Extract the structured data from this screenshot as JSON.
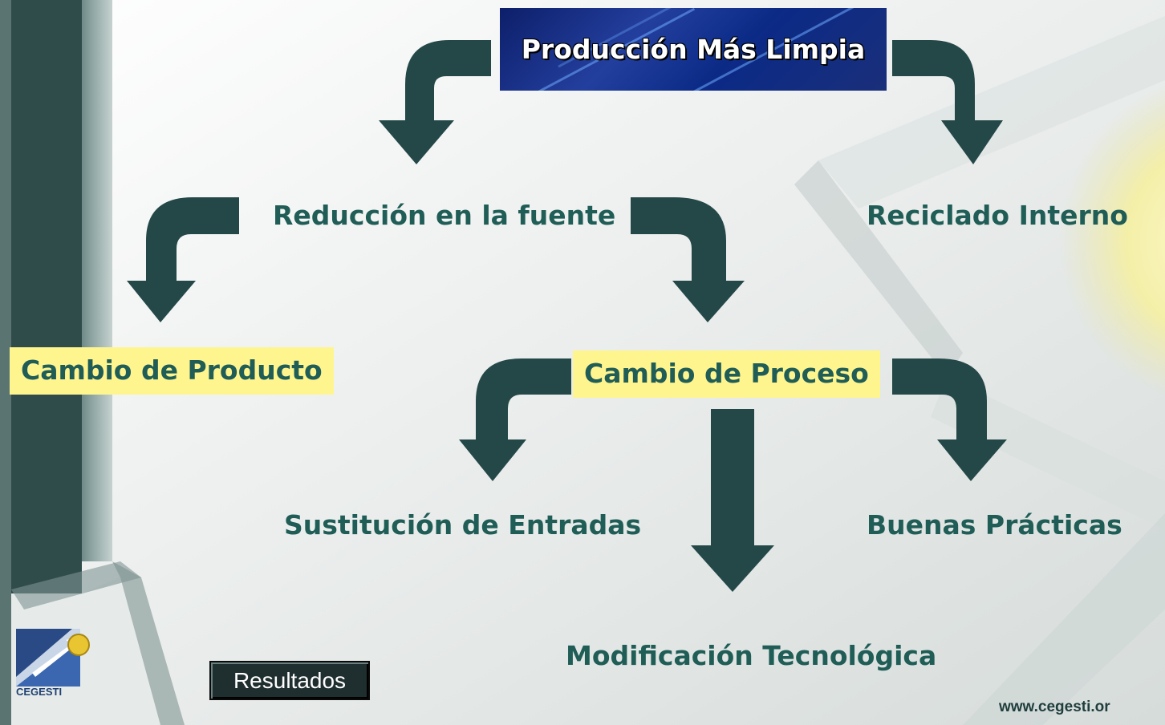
{
  "diagram": {
    "title": "Producción Más Limpia",
    "nodes": {
      "source_reduction": "Reducción en la fuente",
      "internal_recycling": "Reciclado Interno",
      "product_change": "Cambio de Producto",
      "process_change": "Cambio de Proceso",
      "input_substitution": "Sustitución de Entradas",
      "good_practices": "Buenas Prácticas",
      "tech_modification": "Modificación Tecnológica"
    },
    "edges": [
      {
        "from": "title",
        "to": "source_reduction"
      },
      {
        "from": "title",
        "to": "internal_recycling"
      },
      {
        "from": "source_reduction",
        "to": "product_change"
      },
      {
        "from": "source_reduction",
        "to": "process_change"
      },
      {
        "from": "process_change",
        "to": "input_substitution"
      },
      {
        "from": "process_change",
        "to": "tech_modification"
      },
      {
        "from": "process_change",
        "to": "good_practices"
      }
    ],
    "colors": {
      "arrow": "#244848",
      "node_text": "#1f5d56",
      "highlight": "#fff58f",
      "title_bg": "#1a3590"
    }
  },
  "buttons": {
    "results_label": "Resultados"
  },
  "logo": {
    "text": "CEGESTI",
    "icon": "cegesti-logo-icon"
  },
  "footer": {
    "website": "www.cegesti.or"
  }
}
